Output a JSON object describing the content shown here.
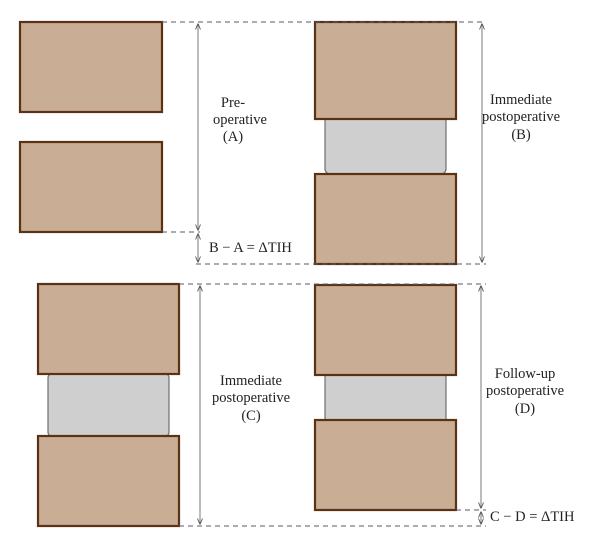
{
  "labels": {
    "pre_line1": "Pre-",
    "pre_line2": "operative",
    "pre_line3": "(A)",
    "immB_line1": "Immediate",
    "immB_line2": "postoperative",
    "immB_line3": "(B)",
    "diff1": "B − A = ΔTIH",
    "immC_line1": "Immediate",
    "immC_line2": "postoperative",
    "immC_line3": "(C)",
    "fu_line1": "Follow-up",
    "fu_line2": "postoperative",
    "fu_line3": "(D)",
    "diff2": "C − D = ΔTIH"
  },
  "colors": {
    "vertebra_fill": "#c9ad94",
    "vertebra_stroke": "#5a3316",
    "cage_fill": "#cfcfcf"
  }
}
